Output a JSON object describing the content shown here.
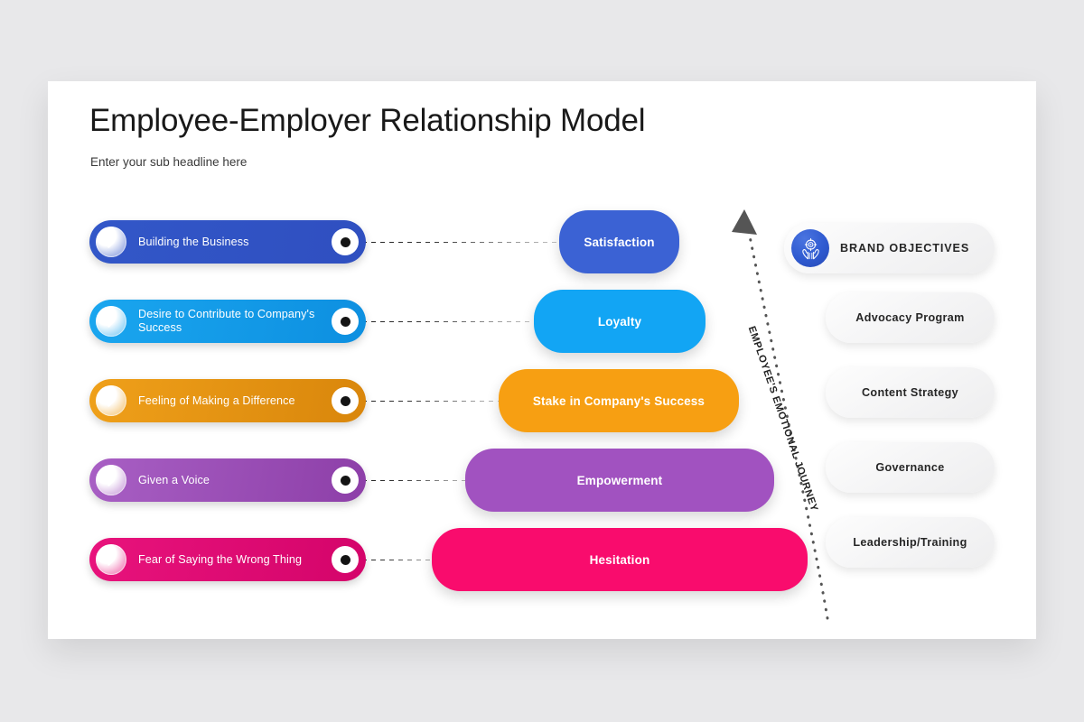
{
  "slide": {
    "title": "Employee-Employer Relationship Model",
    "subtitle": "Enter your sub headline here",
    "background_color": "#e8e8ea",
    "card_color": "#ffffff"
  },
  "left_pills": [
    {
      "label": "Building the Business",
      "color_from": "#3257c8",
      "color_to": "#2f4fc0",
      "icon": "chevron-right-icon"
    },
    {
      "label": "Desire to Contribute to Company's Success",
      "color_from": "#1aa6ef",
      "color_to": "#0d8fe0",
      "icon": "chevron-right-icon"
    },
    {
      "label": "Feeling of Making a Difference",
      "color_from": "#efa01a",
      "color_to": "#d9860b",
      "icon": "chevron-right-icon"
    },
    {
      "label": "Given a Voice",
      "color_from": "#a85fc4",
      "color_to": "#8d3fa8",
      "icon": "chevron-right-icon"
    },
    {
      "label": "Fear of Saying the Wrong Thing",
      "color_from": "#e8137c",
      "color_to": "#d4046a",
      "icon": "chevron-right-icon"
    }
  ],
  "center_blocks": [
    {
      "label": "Satisfaction",
      "color": "#3b62d4"
    },
    {
      "label": "Loyalty",
      "color": "#12a5f4"
    },
    {
      "label": "Stake in Company's Success",
      "color": "#f79f12"
    },
    {
      "label": "Empowerment",
      "color": "#a152c0"
    },
    {
      "label": "Hesitation",
      "color": "#f90c6d"
    }
  ],
  "journey": {
    "label": "EMPLOYEE'S EMOTIONAL JOURNEY",
    "arrow_color": "#555555"
  },
  "right_items": [
    {
      "label": "BRAND OBJECTIVES",
      "icon": "hands-target-icon"
    },
    {
      "label": "Advocacy Program",
      "icon": ""
    },
    {
      "label": "Content Strategy",
      "icon": ""
    },
    {
      "label": "Governance",
      "icon": ""
    },
    {
      "label": "Leadership/Training",
      "icon": ""
    }
  ]
}
